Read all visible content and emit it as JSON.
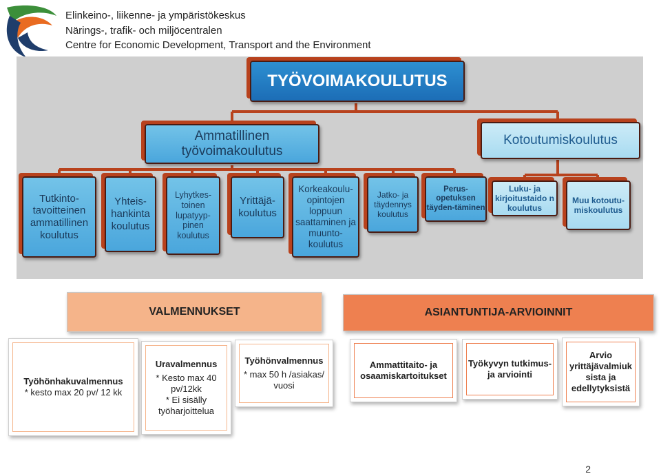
{
  "header": {
    "org_fi": "Elinkeino-, liikenne- ja ympäristökeskus",
    "org_sv": "Närings-, trafik- och miljöcentralen",
    "org_en": "Centre for Economic Development, Transport and the Environment"
  },
  "colors": {
    "dark_blue": "#1c6db6",
    "mid_blue": "#4aa6dc",
    "light_blue": "#a8dbf1",
    "peach": "#f5b48a",
    "orange": "#ee8050",
    "logo_green": "#3c8f3a",
    "logo_orange": "#e96b21",
    "logo_navy": "#1f3d6b"
  },
  "icons": {
    "logo": "ely-centre-logo-icon"
  },
  "top": {
    "title": "TYÖVOIMAKOULUTUS"
  },
  "level2": {
    "left": "Ammatillinen työvoimakoulutus",
    "right": "Kotoutumiskoulutus"
  },
  "level3": [
    "Tutkinto-tavoitteinen ammatillinen koulutus",
    "Yhteis-hankinta koulutus",
    "Lyhytkes-toinen lupatyyp-pinen koulutus",
    "Yrittäjä-koulutus",
    "Korkeakoulu-opintojen loppuun saattaminen ja muunto-koulutus",
    "Jatko- ja täydennys koulutus",
    "Perus-opetuksen täyden-täminen",
    "Luku- ja kirjoitustaido n koulutus",
    "Muu kotoutu-miskoulutus"
  ],
  "sections": {
    "valmennukset": "VALMENNUKSET",
    "arvioinnit": "ASIANTUNTIJA-ARVIOINNIT"
  },
  "valmennukset": [
    {
      "title": "Työhönhakuvalmennus",
      "lines": [
        "* kesto max 20 pv/ 12 kk"
      ]
    },
    {
      "title": "Uravalmennus",
      "lines": [
        "* Kesto max 40 pv/12kk",
        "* Ei sisälly työharjoittelua"
      ]
    },
    {
      "title": "Työhönvalmennus",
      "lines": [
        "* max 50 h /asiakas/ vuosi"
      ]
    }
  ],
  "arvioinnit": [
    "Ammattitaito- ja osaamiskartoitukset",
    "Työkyvyn tutkimus- ja arviointi",
    "Arvio yrittäjävalmiuk sista ja edellytyksistä"
  ],
  "page_number": "2"
}
